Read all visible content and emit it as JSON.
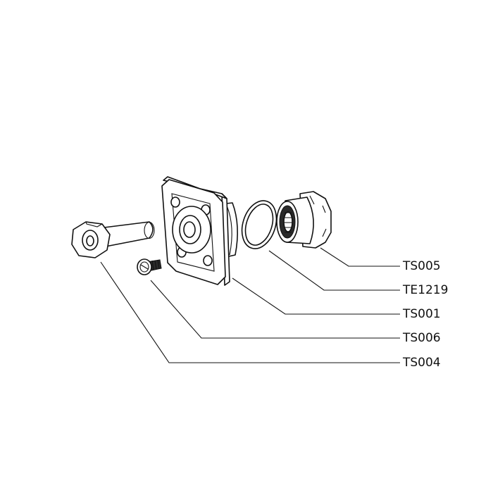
{
  "callouts": [
    {
      "id": "ts005",
      "label": "TS005"
    },
    {
      "id": "te1219",
      "label": "TE1219"
    },
    {
      "id": "ts001",
      "label": "TS001"
    },
    {
      "id": "ts006",
      "label": "TS006"
    },
    {
      "id": "ts004",
      "label": "TS004"
    }
  ],
  "line_color": "#111111",
  "background": "#ffffff"
}
